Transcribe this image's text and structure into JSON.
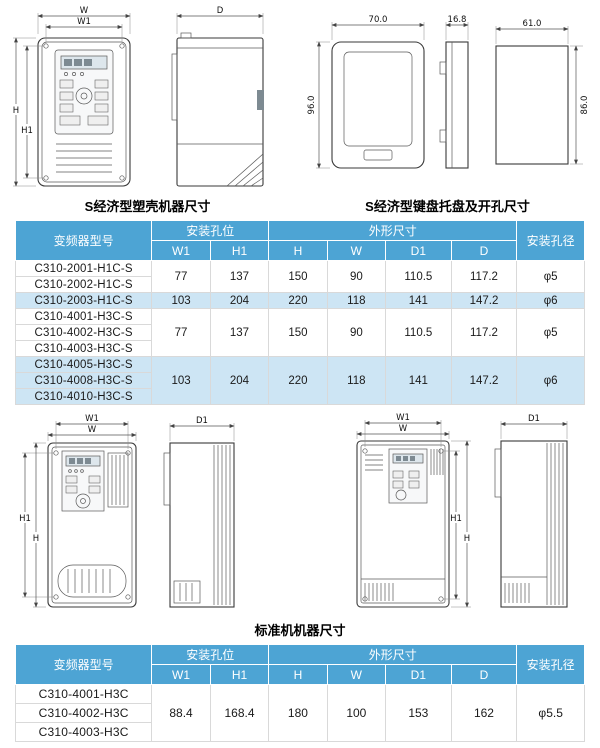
{
  "colors": {
    "header-blue": "#4da4d4",
    "stripe-blue": "#cde5f4"
  },
  "captions": {
    "s_case": "S经济型塑壳机器尺寸",
    "s_keypad": "S经济型键盘托盘及开孔尺寸",
    "standard": "标准机机器尺寸"
  },
  "drawings": {
    "s_front": {
      "w": "W",
      "w1": "W1",
      "h": "H",
      "h1": "H1"
    },
    "s_side": {
      "d": "D"
    },
    "keypad": {
      "front_w": "70.0",
      "front_h": "96.0",
      "side_t": "16.8",
      "cut_w": "61.0",
      "cut_h": "86.0"
    },
    "std_front1": {
      "w": "W",
      "w1": "W1",
      "h": "H",
      "h1": "H1"
    },
    "std_side1": {
      "d1": "D1"
    },
    "std_front2": {
      "w": "W",
      "w1": "W1",
      "h": "H",
      "h1": "H1"
    },
    "std_side2": {
      "d1": "D1"
    }
  },
  "table1": {
    "header": {
      "model": "变频器型号",
      "mount": "安装孔位",
      "outline": "外形尺寸",
      "hole": "安装孔径",
      "cols": [
        "W1",
        "H1",
        "H",
        "W",
        "D1",
        "D"
      ]
    },
    "groups": [
      {
        "models": [
          "C310-2001-H1C-S",
          "C310-2002-H1C-S"
        ],
        "values": [
          "77",
          "137",
          "150",
          "90",
          "110.5",
          "117.2",
          "φ5"
        ]
      },
      {
        "models": [
          "C310-2003-H1C-S"
        ],
        "values": [
          "103",
          "204",
          "220",
          "118",
          "141",
          "147.2",
          "φ6"
        ]
      },
      {
        "models": [
          "C310-4001-H3C-S",
          "C310-4002-H3C-S",
          "C310-4003-H3C-S"
        ],
        "values": [
          "77",
          "137",
          "150",
          "90",
          "110.5",
          "117.2",
          "φ5"
        ]
      },
      {
        "models": [
          "C310-4005-H3C-S",
          "C310-4008-H3C-S",
          "C310-4010-H3C-S"
        ],
        "values": [
          "103",
          "204",
          "220",
          "118",
          "141",
          "147.2",
          "φ6"
        ]
      }
    ]
  },
  "table2": {
    "header": {
      "model": "变频器型号",
      "mount": "安装孔位",
      "outline": "外形尺寸",
      "hole": "安装孔径",
      "cols": [
        "W1",
        "H1",
        "H",
        "W",
        "D1",
        "D"
      ]
    },
    "groups": [
      {
        "models": [
          "C310-4001-H3C",
          "C310-4002-H3C",
          "C310-4003-H3C"
        ],
        "values": [
          "88.4",
          "168.4",
          "180",
          "100",
          "153",
          "162",
          "φ5.5"
        ]
      }
    ]
  }
}
